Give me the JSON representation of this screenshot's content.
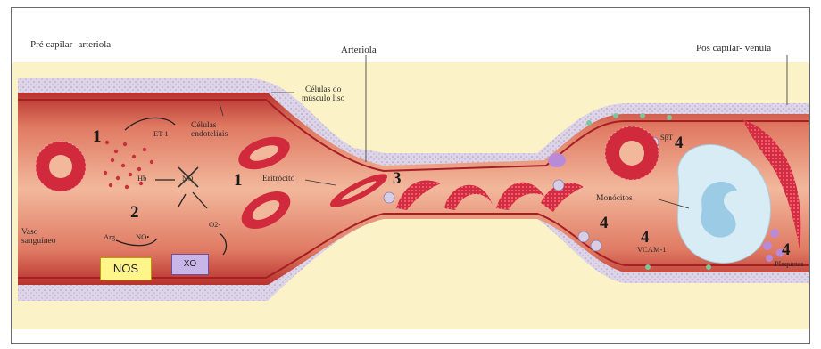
{
  "diagram": {
    "labels": {
      "pre_capillary": "Pré capilar- arteriola",
      "arteriole": "Arteriola",
      "post_capillary": "Pós capilar- vênula",
      "smooth_muscle_cells": "Células do\nmúsculo liso",
      "endothelial_cells": "Células\nendoteliais",
      "erythrocyte": "Eritrócito",
      "blood_vessel": "Vaso\nsanguíneo",
      "monocytes": "Monócitos",
      "platelets": "Plaquetas",
      "et1": "ET-1",
      "hb": "Hb",
      "no_crossed": "NO",
      "arg": "Arg",
      "no_minus": "NO•",
      "o2_minus": "O2-",
      "nos": "NOS",
      "xo": "XO",
      "vcam1": "VCAM-1",
      "sgb": "SβT"
    },
    "numbers": {
      "n1a": "1",
      "n2": "2",
      "n1b": "1",
      "n3": "3",
      "n4a": "4",
      "n4b": "4",
      "n4c": "4",
      "n4d": "4"
    },
    "colors": {
      "background": "#fbf3c7",
      "lumen": "#e9a283",
      "lumen_dark": "#c4493a",
      "wall_muscle": "#dcd3e6",
      "rbc": "#d5263c",
      "monocyte": "#cfe7f3",
      "nucleus": "#a9d3ea",
      "platelet": "#b98ad8"
    }
  }
}
